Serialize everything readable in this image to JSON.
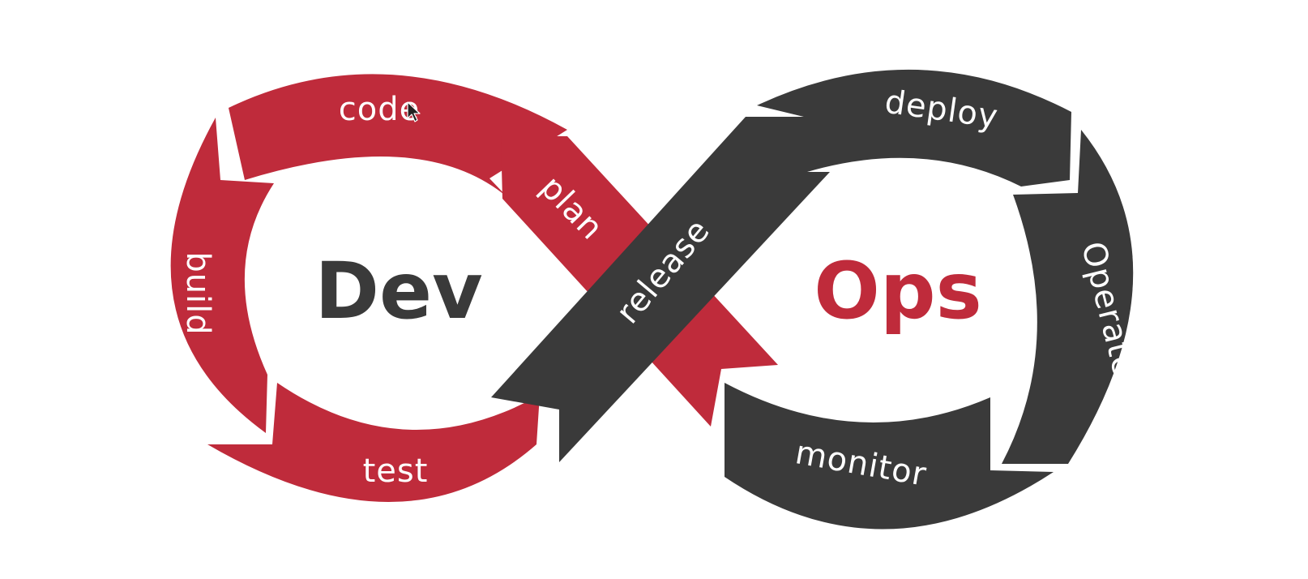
{
  "colors": {
    "dev": "#bf2b3b",
    "ops": "#3a3a3a",
    "background": "#ffffff",
    "label": "#ffffff"
  },
  "dev_loop": {
    "center_label": "Dev",
    "stages": {
      "code": "code",
      "build": "build",
      "test": "test",
      "plan": "plan"
    }
  },
  "ops_loop": {
    "center_label": "Ops",
    "stages": {
      "deploy": "deploy",
      "operate": "Operate",
      "monitor": "monitor",
      "release": "release"
    }
  },
  "cursor_icon": "arrow-cursor-icon"
}
